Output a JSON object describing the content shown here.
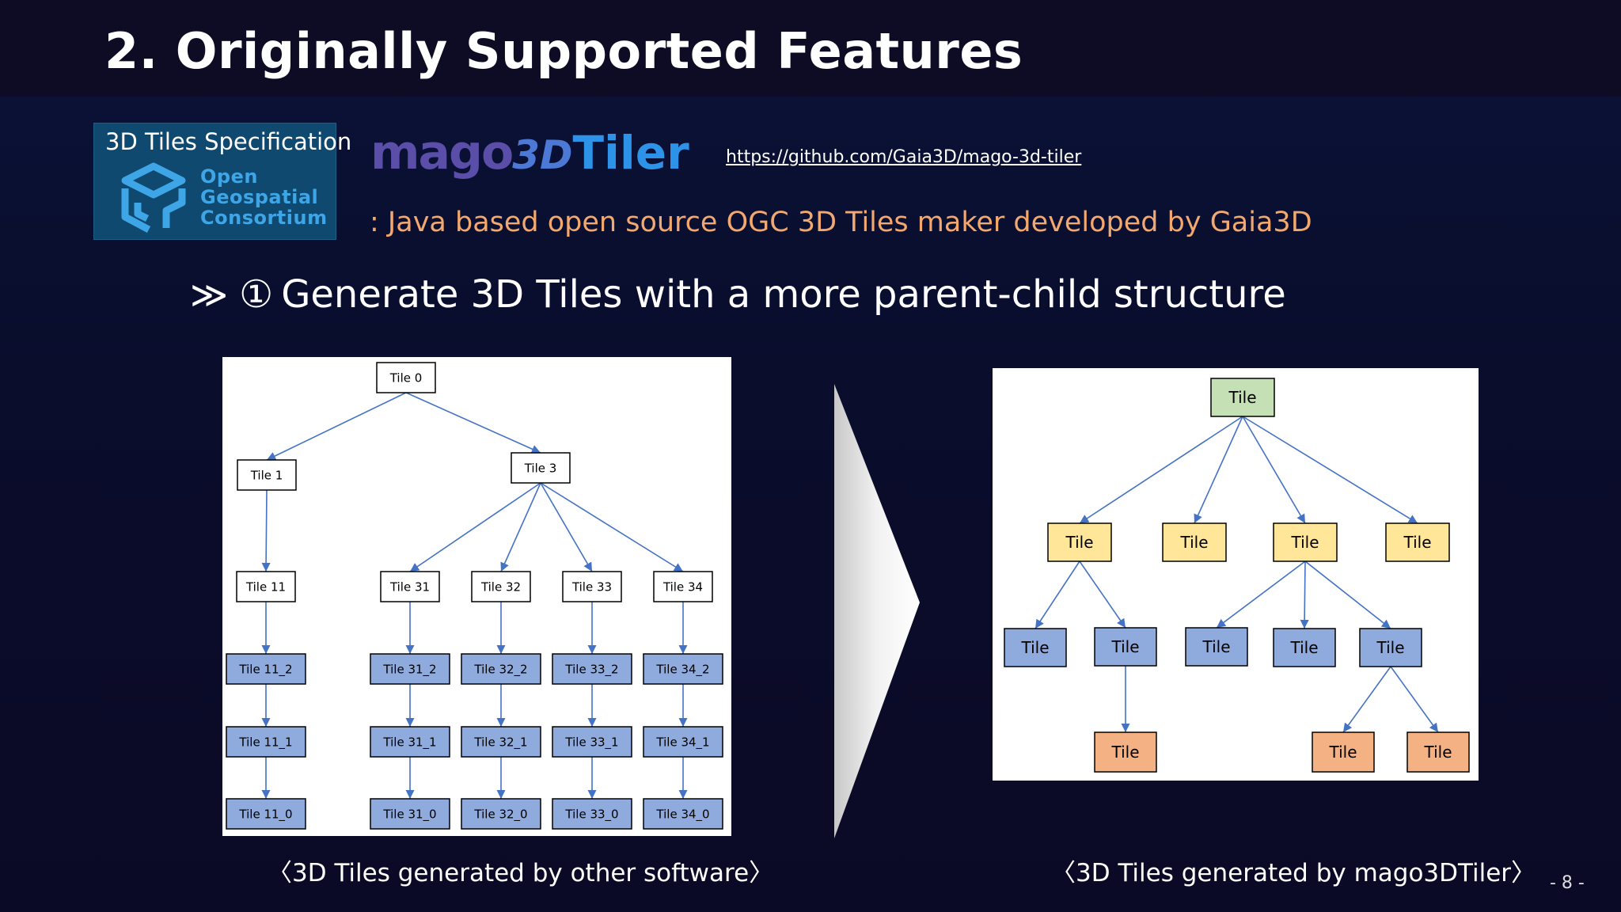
{
  "slide": {
    "title": "2. Originally Supported Features",
    "page_number": "- 8 -"
  },
  "ogc_logo": {
    "heading": "3D Tiles Specification",
    "line1": "Open",
    "line2": "Geospatial",
    "line3": "Consortium"
  },
  "mago": {
    "logo_part1": "mago",
    "logo_part2": "3D",
    "logo_part3": "Tiler",
    "link": "https://github.com/Gaia3D/mago-3d-tiler",
    "description": ": Java based open source OGC 3D Tiles maker developed by Gaia3D"
  },
  "bullet": {
    "chevron": "≫",
    "number": "①",
    "text": "Generate 3D Tiles with a more parent-child structure"
  },
  "left_diagram": {
    "caption": "〈3D Tiles generated by other software〉",
    "nodes": [
      {
        "id": "t0",
        "label": "Tile 0",
        "kind": "white"
      },
      {
        "id": "t1",
        "label": "Tile 1",
        "kind": "white"
      },
      {
        "id": "t3",
        "label": "Tile 3",
        "kind": "white"
      },
      {
        "id": "t11",
        "label": "Tile 11",
        "kind": "white"
      },
      {
        "id": "t31",
        "label": "Tile 31",
        "kind": "white"
      },
      {
        "id": "t32",
        "label": "Tile 32",
        "kind": "white"
      },
      {
        "id": "t33",
        "label": "Tile 33",
        "kind": "white"
      },
      {
        "id": "t34",
        "label": "Tile 34",
        "kind": "white"
      },
      {
        "id": "t11_2",
        "label": "Tile 11_2",
        "kind": "blue"
      },
      {
        "id": "t31_2",
        "label": "Tile 31_2",
        "kind": "blue"
      },
      {
        "id": "t32_2",
        "label": "Tile 32_2",
        "kind": "blue"
      },
      {
        "id": "t33_2",
        "label": "Tile 33_2",
        "kind": "blue"
      },
      {
        "id": "t34_2",
        "label": "Tile 34_2",
        "kind": "blue"
      },
      {
        "id": "t11_1",
        "label": "Tile 11_1",
        "kind": "blue"
      },
      {
        "id": "t31_1",
        "label": "Tile 31_1",
        "kind": "blue"
      },
      {
        "id": "t32_1",
        "label": "Tile 32_1",
        "kind": "blue"
      },
      {
        "id": "t33_1",
        "label": "Tile 33_1",
        "kind": "blue"
      },
      {
        "id": "t34_1",
        "label": "Tile 34_1",
        "kind": "blue"
      },
      {
        "id": "t11_0",
        "label": "Tile 11_0",
        "kind": "blue"
      },
      {
        "id": "t31_0",
        "label": "Tile 31_0",
        "kind": "blue"
      },
      {
        "id": "t32_0",
        "label": "Tile 32_0",
        "kind": "blue"
      },
      {
        "id": "t33_0",
        "label": "Tile 33_0",
        "kind": "blue"
      },
      {
        "id": "t34_0",
        "label": "Tile 34_0",
        "kind": "blue"
      }
    ],
    "edges": [
      [
        "t0",
        "t1"
      ],
      [
        "t0",
        "t3"
      ],
      [
        "t1",
        "t11"
      ],
      [
        "t3",
        "t31"
      ],
      [
        "t3",
        "t32"
      ],
      [
        "t3",
        "t33"
      ],
      [
        "t3",
        "t34"
      ],
      [
        "t11",
        "t11_2"
      ],
      [
        "t31",
        "t31_2"
      ],
      [
        "t32",
        "t32_2"
      ],
      [
        "t33",
        "t33_2"
      ],
      [
        "t34",
        "t34_2"
      ],
      [
        "t11_2",
        "t11_1"
      ],
      [
        "t31_2",
        "t31_1"
      ],
      [
        "t32_2",
        "t32_1"
      ],
      [
        "t33_2",
        "t33_1"
      ],
      [
        "t34_2",
        "t34_1"
      ],
      [
        "t11_1",
        "t11_0"
      ],
      [
        "t31_1",
        "t31_0"
      ],
      [
        "t32_1",
        "t32_0"
      ],
      [
        "t33_1",
        "t33_0"
      ],
      [
        "t34_1",
        "t34_0"
      ]
    ]
  },
  "right_diagram": {
    "caption": "〈3D Tiles generated by mago3DTiler〉",
    "nodes": [
      {
        "id": "r0",
        "label": "Tile",
        "kind": "green"
      },
      {
        "id": "a1",
        "label": "Tile",
        "kind": "yellow"
      },
      {
        "id": "a2",
        "label": "Tile",
        "kind": "yellow"
      },
      {
        "id": "a3",
        "label": "Tile",
        "kind": "yellow"
      },
      {
        "id": "a4",
        "label": "Tile",
        "kind": "yellow"
      },
      {
        "id": "b1",
        "label": "Tile",
        "kind": "blue"
      },
      {
        "id": "b2",
        "label": "Tile",
        "kind": "blue"
      },
      {
        "id": "b3",
        "label": "Tile",
        "kind": "blue"
      },
      {
        "id": "b4",
        "label": "Tile",
        "kind": "blue"
      },
      {
        "id": "b5",
        "label": "Tile",
        "kind": "blue"
      },
      {
        "id": "c1",
        "label": "Tile",
        "kind": "orange"
      },
      {
        "id": "c2",
        "label": "Tile",
        "kind": "orange"
      },
      {
        "id": "c3",
        "label": "Tile",
        "kind": "orange"
      }
    ],
    "edges": [
      [
        "r0",
        "a1"
      ],
      [
        "r0",
        "a2"
      ],
      [
        "r0",
        "a3"
      ],
      [
        "r0",
        "a4"
      ],
      [
        "a1",
        "b1"
      ],
      [
        "a1",
        "b2"
      ],
      [
        "a3",
        "b3"
      ],
      [
        "a3",
        "b4"
      ],
      [
        "a3",
        "b5"
      ],
      [
        "b2",
        "c1"
      ],
      [
        "b5",
        "c2"
      ],
      [
        "b5",
        "c3"
      ]
    ]
  },
  "colors": {
    "white_fill": "#ffffff",
    "blue_fill": "#8faadc",
    "green_fill": "#c5e0b4",
    "yellow_fill": "#ffe699",
    "orange_fill": "#f4b183",
    "edge": "#4472c4",
    "border": "#000000"
  }
}
